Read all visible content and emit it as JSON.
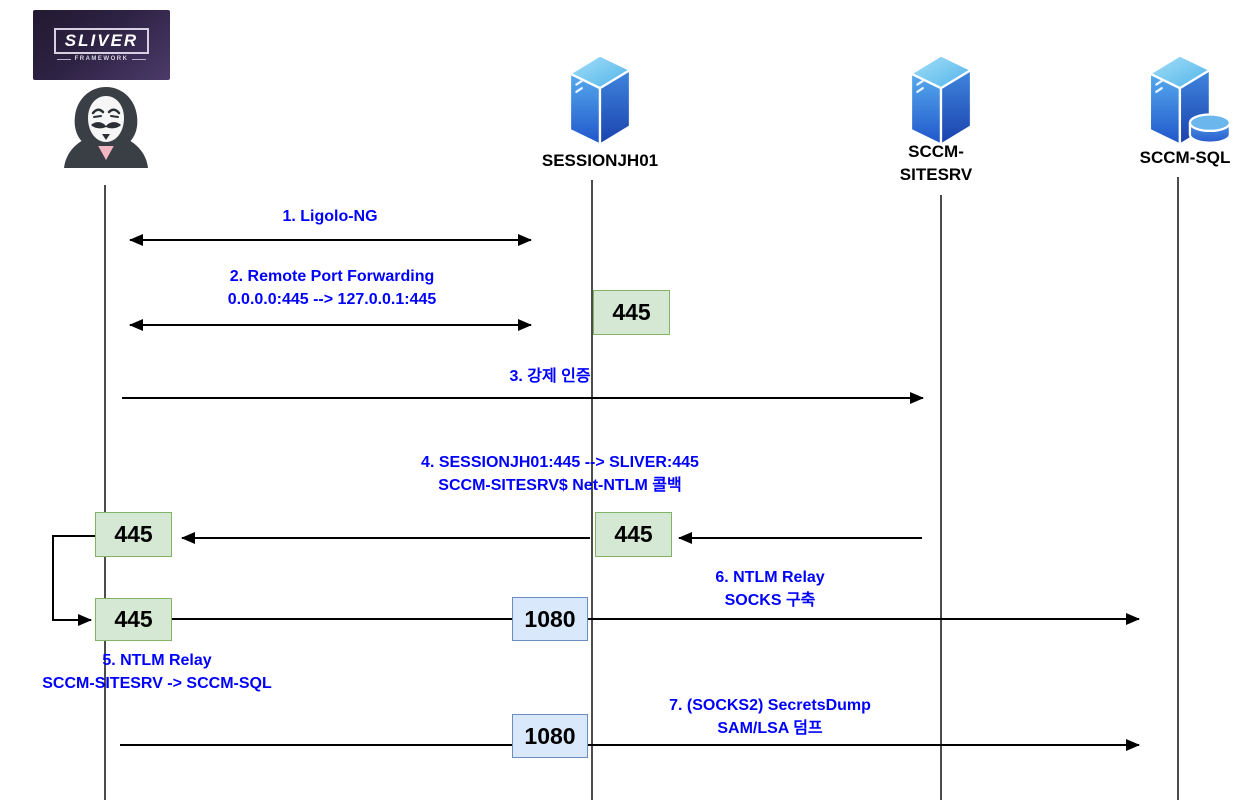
{
  "logo": {
    "title": "SLIVER",
    "subtitle": "FRAMEWORK"
  },
  "actors": {
    "sessionjh01": "SESSIONJH01",
    "sitesrv_line1": "SCCM-",
    "sitesrv_line2": "SITESRV",
    "sql": "SCCM-SQL"
  },
  "icons": {
    "attacker": "hacker-mask-icon",
    "sessionjh01": "server-tower-icon",
    "sitesrv": "server-tower-icon",
    "sql": "server-database-icon"
  },
  "messages": {
    "m1": "1. Ligolo-NG",
    "m2_line1": "2. Remote Port Forwarding",
    "m2_line2": "0.0.0.0:445 --> 127.0.0.1:445",
    "m3": "3. 강제 인증",
    "m4_line1": "4. SESSIONJH01:445 --> SLIVER:445",
    "m4_line2": "SCCM-SITESRV$ Net-NTLM 콜백",
    "m5_line1": "5. NTLM Relay",
    "m5_line2": "SCCM-SITESRV -> SCCM-SQL",
    "m6_line1": "6. NTLM Relay",
    "m6_line2": "SOCKS 구축",
    "m7_line1": "7. (SOCKS2) SecretsDump",
    "m7_line2": "SAM/LSA 덤프"
  },
  "ports": {
    "p445_session_top": "445",
    "p445_attacker_mid": "445",
    "p445_session_mid": "445",
    "p445_attacker_bot": "445",
    "p1080_session_mid": "1080",
    "p1080_session_bot": "1080"
  },
  "colors": {
    "message_text": "#0000FF",
    "port_green_fill": "#d5e8d4",
    "port_green_border": "#82b366",
    "port_blue_fill": "#dae8fc",
    "port_blue_border": "#6c8ebf",
    "line": "#000000",
    "logo_purple": "#2d2243"
  }
}
